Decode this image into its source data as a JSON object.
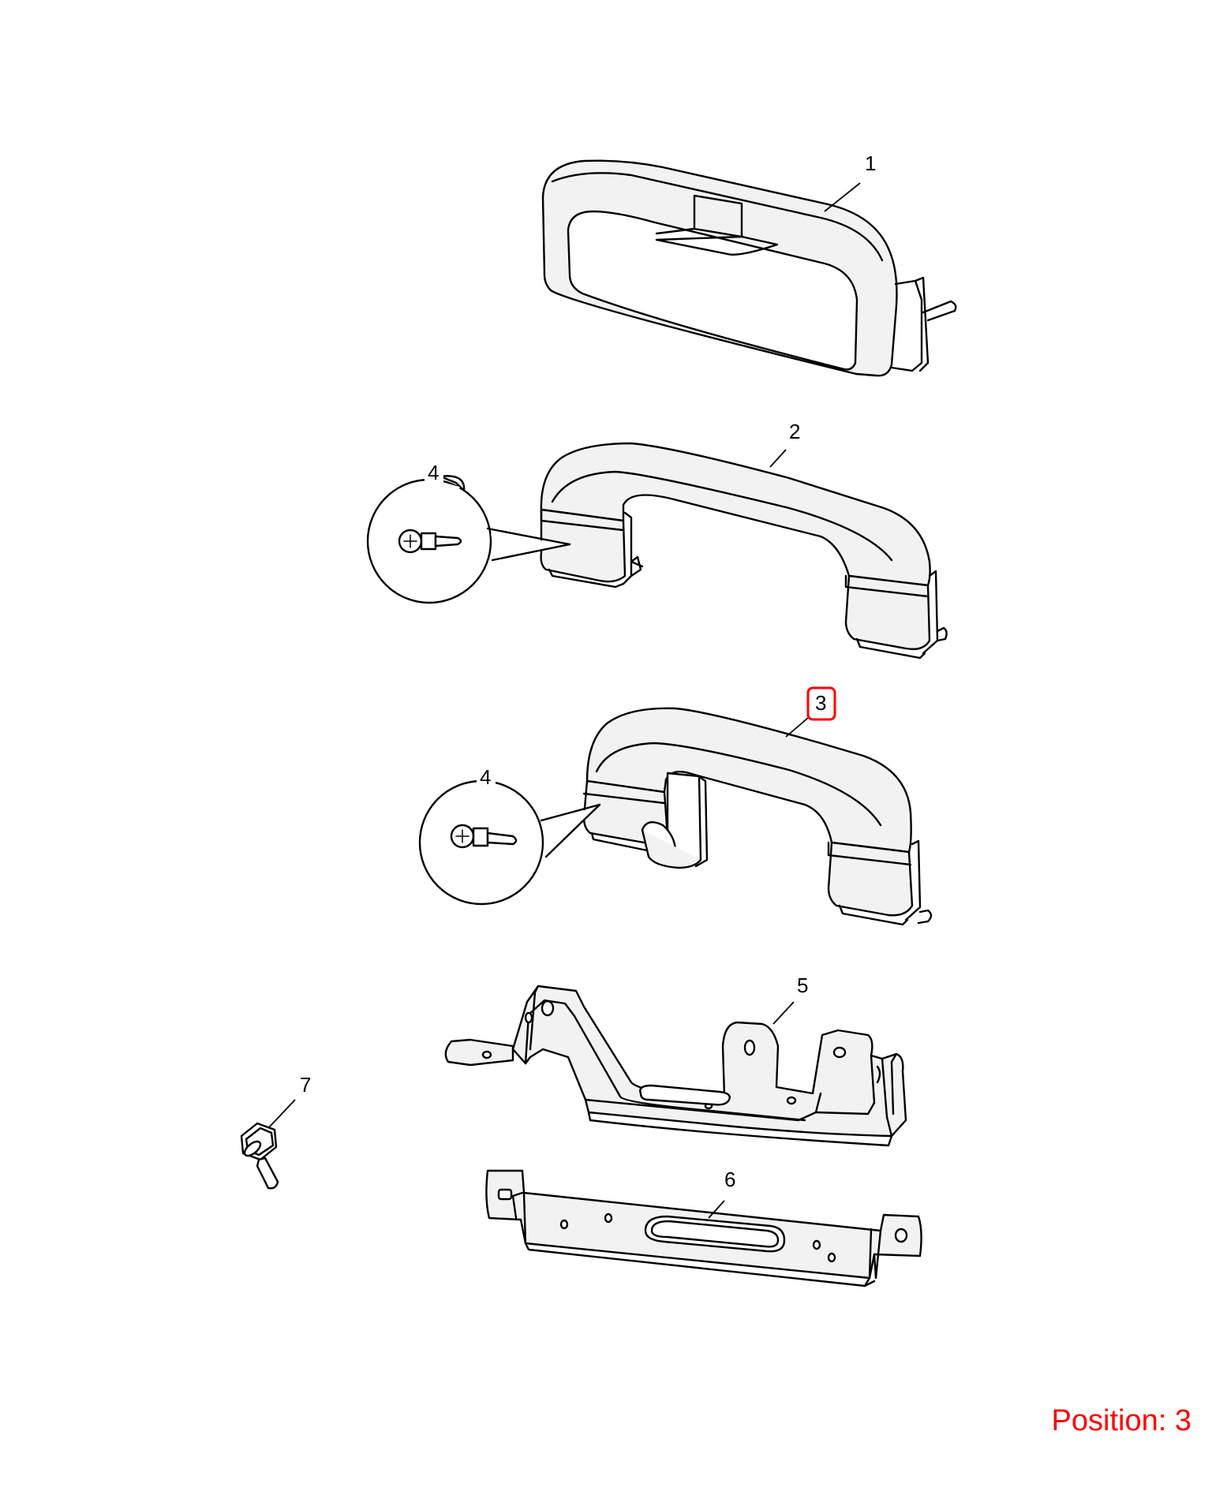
{
  "callouts": {
    "p1": "1",
    "p2": "2",
    "p3": "3",
    "p4a": "4",
    "p4b": "4",
    "p5": "5",
    "p6": "6",
    "p7": "7"
  },
  "position": {
    "label": "Position: 3"
  },
  "colors": {
    "highlight": "#ff0000",
    "line": "#000000",
    "part_fill": "#f2f2f2"
  }
}
